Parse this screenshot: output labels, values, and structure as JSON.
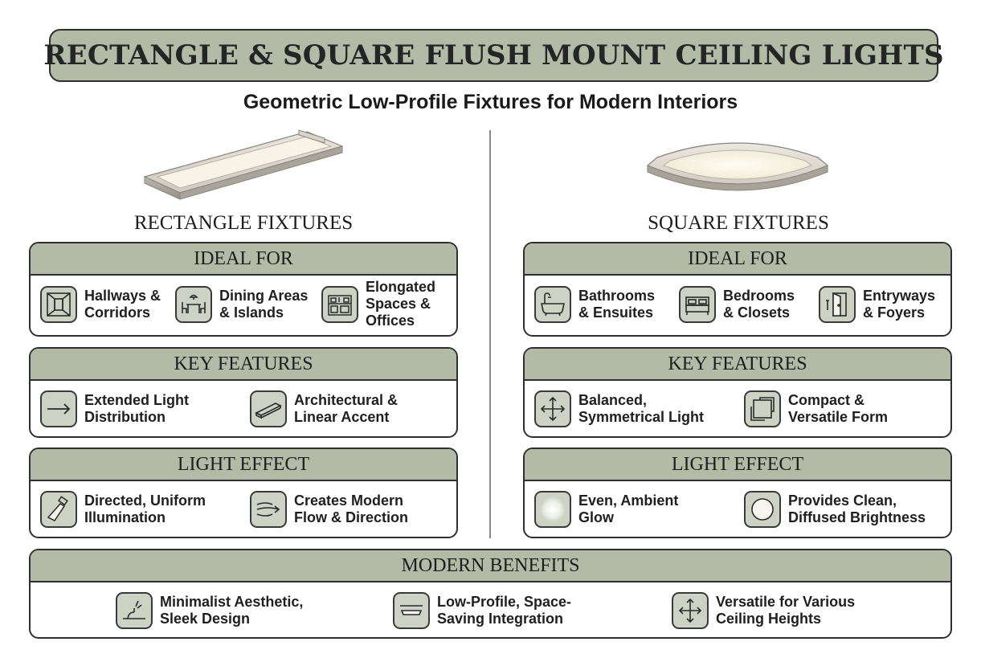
{
  "header": {
    "title": "RECTANGLE & SQUARE FLUSH MOUNT CEILING LIGHTS",
    "subtitle": "Geometric Low-Profile Fixtures for Modern Interiors"
  },
  "left": {
    "title": "RECTANGLE FIXTURES",
    "ideal_for": {
      "heading": "IDEAL FOR",
      "items": [
        {
          "icon": "hallway-icon",
          "lines": [
            "Hallways &",
            "Corridors"
          ]
        },
        {
          "icon": "dining-table-icon",
          "lines": [
            "Dining Areas",
            "& Islands"
          ]
        },
        {
          "icon": "kitchen-icon",
          "lines": [
            "Elongated",
            "Spaces &",
            "Offices"
          ]
        }
      ]
    },
    "key_features": {
      "heading": "KEY FEATURES",
      "items": [
        {
          "icon": "arrow-right-icon",
          "lines": [
            "Extended Light",
            "Distribution"
          ]
        },
        {
          "icon": "linear-fixture-icon",
          "lines": [
            "Architectural &",
            "Linear Accent"
          ]
        }
      ]
    },
    "light_effect": {
      "heading": "LIGHT EFFECT",
      "items": [
        {
          "icon": "spotlight-icon",
          "lines": [
            "Directed, Uniform",
            "Illumination"
          ]
        },
        {
          "icon": "flow-lines-icon",
          "lines": [
            "Creates Modern",
            "Flow & Direction"
          ]
        }
      ]
    }
  },
  "right": {
    "title": "SQUARE FIXTURES",
    "ideal_for": {
      "heading": "IDEAL FOR",
      "items": [
        {
          "icon": "bathtub-icon",
          "lines": [
            "Bathrooms",
            "& Ensuites"
          ]
        },
        {
          "icon": "bed-icon",
          "lines": [
            "Bedrooms",
            "& Closets"
          ]
        },
        {
          "icon": "door-icon",
          "lines": [
            "Entryways",
            "& Foyers"
          ]
        }
      ]
    },
    "key_features": {
      "heading": "KEY FEATURES",
      "items": [
        {
          "icon": "four-way-arrows-icon",
          "lines": [
            "Balanced,",
            "Symmetrical Light"
          ]
        },
        {
          "icon": "compact-square-icon",
          "lines": [
            "Compact &",
            "Versatile Form"
          ]
        }
      ]
    },
    "light_effect": {
      "heading": "LIGHT EFFECT",
      "items": [
        {
          "icon": "ambient-glow-icon",
          "lines": [
            "Even, Ambient",
            "Glow"
          ]
        },
        {
          "icon": "diffused-circle-icon",
          "lines": [
            "Provides Clean,",
            "Diffused Brightness"
          ]
        }
      ]
    }
  },
  "benefits": {
    "heading": "MODERN BENEFITS",
    "items": [
      {
        "icon": "minimalist-icon",
        "lines": [
          "Minimalist Aesthetic,",
          "Sleek Design"
        ]
      },
      {
        "icon": "low-profile-icon",
        "lines": [
          "Low-Profile, Space-",
          "Saving Integration"
        ]
      },
      {
        "icon": "height-arrows-icon",
        "lines": [
          "Versatile for Various",
          "Ceiling Heights"
        ]
      }
    ]
  },
  "colors": {
    "header_fill": "#b3bba6",
    "icon_fill": "#cdd2c4",
    "outline": "#2f2f2f"
  }
}
